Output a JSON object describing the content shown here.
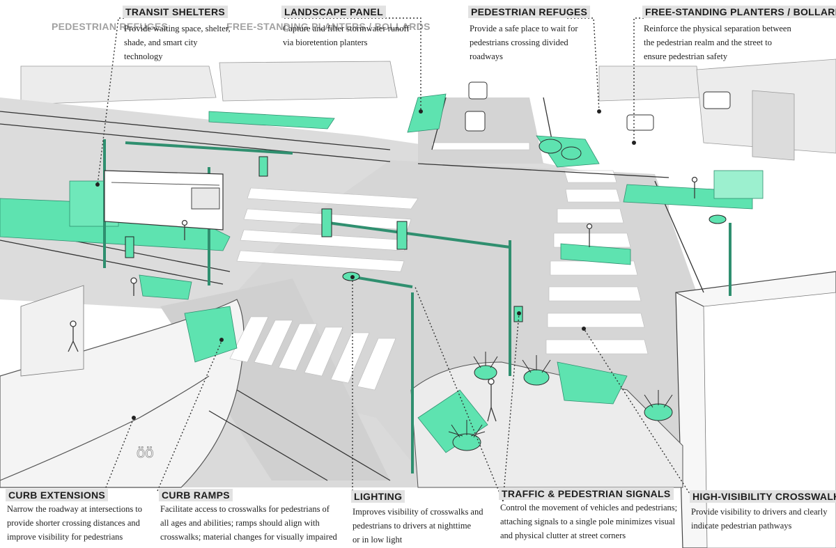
{
  "diagram": {
    "accent_color": "#5ee3b0",
    "road_color": "#d9d9d9",
    "line_color": "#3a3a3a"
  },
  "labels": {
    "transit_shelters": {
      "title": "TRANSIT SHELTERS",
      "desc": [
        "Provide waiting space, shelter,",
        "shade, and smart city",
        "technology"
      ]
    },
    "landscape_panel": {
      "title": "LANDSCAPE PANEL",
      "desc": [
        "Capture and filter stormwater runoff",
        "via bioretention planters"
      ]
    },
    "pedestrian_refuges": {
      "title": "PEDESTRIAN REFUGES",
      "desc": [
        "Provide a safe place to wait for",
        "pedestrians crossing divided",
        "roadways"
      ]
    },
    "free_standing_planters": {
      "title": "FREE-STANDING PLANTERS / BOLLARDS",
      "desc": [
        "Reinforce the physical separation between",
        "the pedestrian realm and the street to",
        "ensure pedestrian safety"
      ]
    },
    "curb_extensions": {
      "title": "CURB EXTENSIONS",
      "desc": [
        "Narrow the roadway at intersections to",
        "provide shorter crossing distances and",
        "improve visibility for pedestrians"
      ]
    },
    "curb_ramps": {
      "title": "CURB RAMPS",
      "desc": [
        "Facilitate access to crosswalks for pedestrians of",
        "all ages and abilities;  ramps should align with",
        "crosswalks; material changes for visually impaired"
      ]
    },
    "lighting": {
      "title": "LIGHTING",
      "desc": [
        "Improves visibility of crosswalks and",
        "pedestrians to  drivers at nighttime",
        "or in low light"
      ]
    },
    "traffic_signals": {
      "title": "TRAFFIC & PEDESTRIAN SIGNALS",
      "desc": [
        "Control the movement of vehicles and pedestrians;",
        "attaching signals to a single pole  minimizes visual",
        "and physical clutter at street corners"
      ]
    },
    "crosswalks": {
      "title": "HIGH-VISIBILITY  CROSSWALKS",
      "desc": [
        "Provide visibility to drivers and clearly",
        "indicate pedestrian pathways"
      ]
    }
  },
  "ghost_text": {
    "pedestrian_refuges_title": "PEDESTRIAN REFUGES",
    "free_standing_title": "FREE-STANDING PLANTERS / BOLLARDS"
  },
  "bike_marking": "öö"
}
